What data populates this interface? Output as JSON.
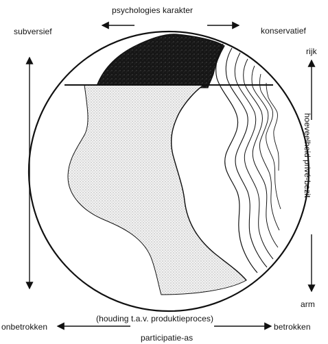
{
  "labels": {
    "top_axis": "psychologies karakter",
    "left_top": "subversief",
    "right_top": "konservatief",
    "rich": "rijk",
    "poor": "arm",
    "right_axis": "hoeveelheid privé-bezit",
    "bottom_axis": "(houding t.a.v. produktieproces)",
    "left_bottom": "onbetrokken",
    "right_bottom": "betrokken",
    "bottom_caption": "participatie-as"
  },
  "colors": {
    "ink": "#111111",
    "dark_fill": "#1a1a1a",
    "stipple_fill": "#cfcfcf",
    "background": "#ffffff"
  }
}
